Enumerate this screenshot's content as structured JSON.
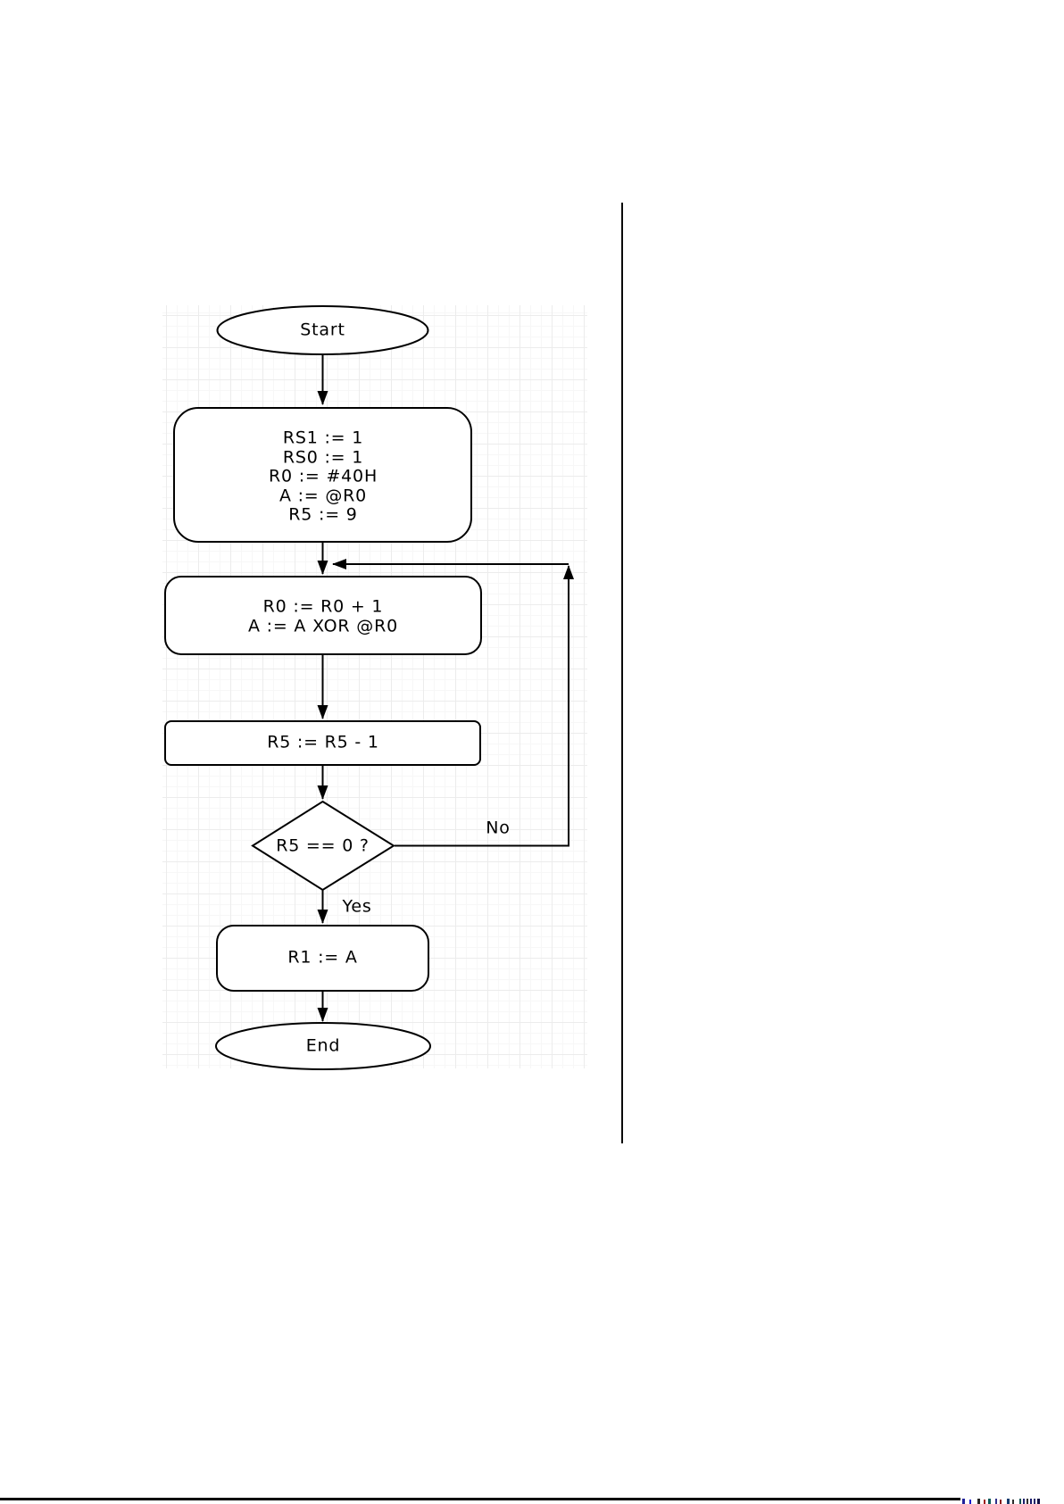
{
  "flowchart": {
    "nodes": [
      {
        "id": "start",
        "shape": "terminator",
        "label": "Start"
      },
      {
        "id": "init",
        "shape": "process",
        "lines": [
          "RS1 := 1",
          "RS0 := 1",
          "R0 := #40H",
          "A := @R0",
          "R5 := 9"
        ]
      },
      {
        "id": "loop-body",
        "shape": "process",
        "lines": [
          "R0 := R0 + 1",
          "A := A XOR @R0"
        ]
      },
      {
        "id": "decrement",
        "shape": "process",
        "lines": [
          "R5 := R5 - 1"
        ]
      },
      {
        "id": "decision",
        "shape": "decision",
        "label": "R5 == 0 ?"
      },
      {
        "id": "store-result",
        "shape": "process",
        "lines": [
          "R1 := A"
        ]
      },
      {
        "id": "end",
        "shape": "terminator",
        "label": "End"
      }
    ],
    "branch_labels": {
      "yes": "Yes",
      "no": "No"
    },
    "colors": {
      "stroke": "#000000",
      "node_fill": "#ffffff",
      "page_bg": "#ffffff",
      "grid_major": "#ececec",
      "grid_minor": "#f7f7f7"
    }
  }
}
